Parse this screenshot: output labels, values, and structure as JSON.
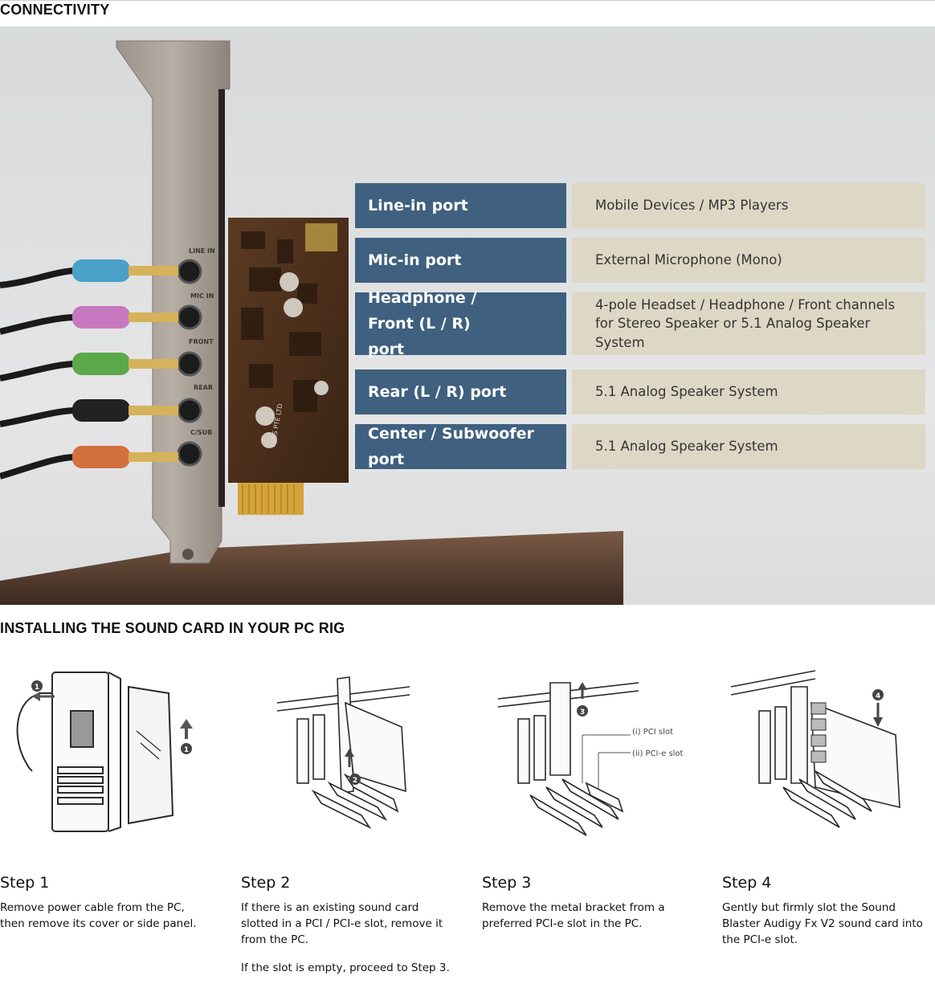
{
  "connectivity": {
    "title": "CONNECTIVITY",
    "bracket_labels": [
      "LINE IN",
      "MIC IN",
      "FRONT",
      "REAR",
      "C/SUB"
    ],
    "board_text": "LABS PTE LTD",
    "ports": [
      {
        "label": "Line-in port",
        "description": "Mobile Devices / MP3 Players"
      },
      {
        "label": "Mic-in port",
        "description": "External Microphone (Mono)"
      },
      {
        "label": "Headphone / Front (L / R) port",
        "description": "4-pole Headset / Headphone / Front channels for Stereo Speaker or 5.1 Analog Speaker System"
      },
      {
        "label": "Rear (L / R) port",
        "description": "5.1 Analog Speaker System"
      },
      {
        "label": "Center / Subwoofer port",
        "description": "5.1 Analog Speaker System"
      }
    ],
    "cable_colors": [
      "#4aa0c8",
      "#c779c0",
      "#5aa84a",
      "#222222",
      "#d2703e"
    ],
    "colors": {
      "port_label_bg": "#3f607f",
      "port_desc_bg": "#ddd7c5"
    }
  },
  "installing": {
    "title": "INSTALLING THE SOUND CARD IN YOUR PC RIG",
    "steps": [
      {
        "heading": "Step 1",
        "text": [
          "Remove power cable from the PC, then remove its cover or side panel."
        ],
        "markers": [
          "1",
          "1"
        ]
      },
      {
        "heading": "Step 2",
        "text": [
          "If there is an existing sound card slotted in a PCI / PCI-e slot, remove it from the PC.",
          "If the slot is empty, proceed to Step 3."
        ],
        "markers": [
          "2"
        ]
      },
      {
        "heading": "Step 3",
        "text": [
          "Remove the metal bracket from a preferred PCI-e slot in the PC."
        ],
        "markers": [
          "3"
        ],
        "callouts": [
          "(i) PCI slot",
          "(ii) PCI-e slot"
        ]
      },
      {
        "heading": "Step 4",
        "text": [
          "Gently but firmly slot the Sound Blaster Audigy Fx V2 sound card into the PCI-e slot."
        ],
        "markers": [
          "4"
        ]
      }
    ]
  }
}
